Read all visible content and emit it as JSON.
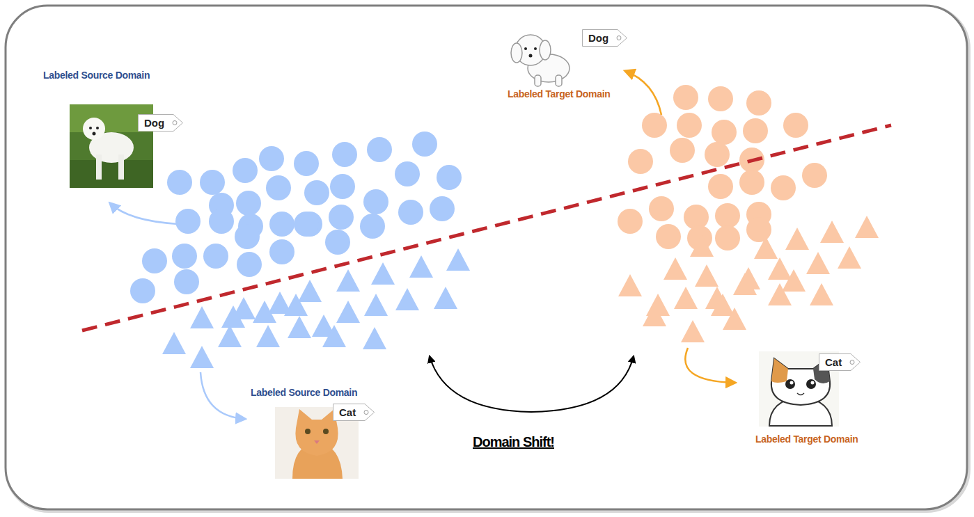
{
  "diagram": {
    "nodes": [
      {
        "text": [
          "Dog"
        ]
      },
      {
        "text": [
          "Dog"
        ]
      },
      {
        "text": [
          "Cat"
        ]
      },
      {
        "text": [
          "Cat"
        ]
      }
    ],
    "labels": [
      "Labeled Source Domain",
      "Labeled Target Domain",
      "Labeled Source Domain",
      "Labeled Target Domain",
      "Domain Shift!"
    ]
  }
}
